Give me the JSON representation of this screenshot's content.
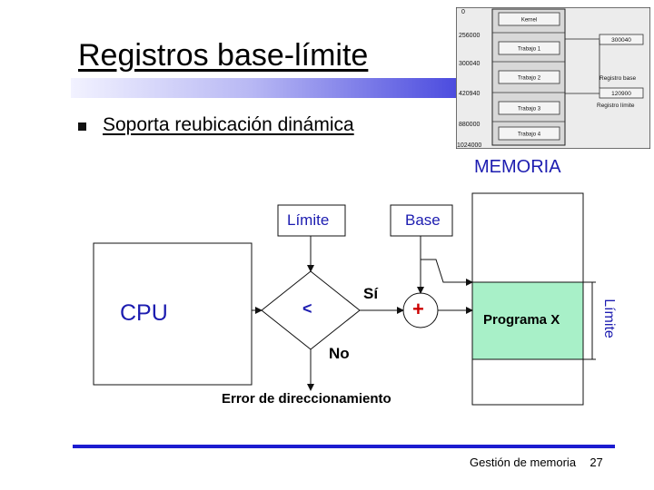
{
  "slide": {
    "title": "Registros base-límite",
    "bullet": "Soporta reubicación dinámica"
  },
  "thumbnail": {
    "addresses": [
      "0",
      "256000",
      "300040",
      "420940",
      "880000",
      "1024000"
    ],
    "blocks": [
      "Kernel",
      "Trabajo 1",
      "Trabajo 2",
      "Trabajo 3",
      "Trabajo 4"
    ],
    "base_value": "300040",
    "base_label": "Registro base",
    "limit_value": "120900",
    "limit_label": "Registro límite"
  },
  "diagram": {
    "memory_title": "MEMORIA",
    "limit_box": "Límite",
    "base_box": "Base",
    "cpu": "CPU",
    "compare_op": "<",
    "add_op": "+",
    "yes_label": "Sí",
    "no_label": "No",
    "error_label": "Error de direccionamiento",
    "program_label": "Programa X",
    "side_limit_label": "Límite",
    "colors": {
      "accent": "#1c1cb0",
      "program_fill": "#a8f0c8",
      "plus": "#cc0000"
    }
  },
  "footer": {
    "text": "Gestión de memoria",
    "page": "27"
  }
}
